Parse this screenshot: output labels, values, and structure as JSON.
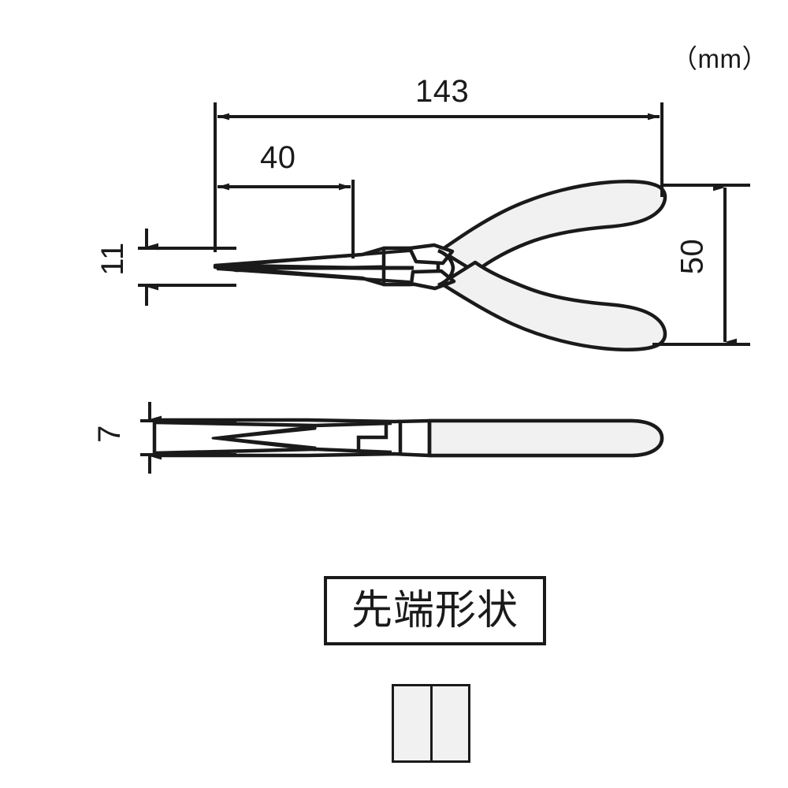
{
  "title": "Long nose pliers dimensional drawing",
  "unit": {
    "label": "（mm）",
    "text": "(mm)"
  },
  "dimensions": {
    "overall_length": {
      "id": "143",
      "value": "143",
      "unit": "mm",
      "orientation": "horizontal"
    },
    "jaw_length": {
      "id": "40",
      "value": "40",
      "unit": "mm",
      "orientation": "horizontal"
    },
    "jaw_width": {
      "id": "11",
      "value": "11",
      "unit": "mm",
      "orientation": "vertical"
    },
    "handle_spread": {
      "id": "50",
      "value": "50",
      "unit": "mm",
      "orientation": "vertical"
    },
    "side_thickness": {
      "id": "7",
      "value": "7",
      "unit": "mm",
      "orientation": "vertical"
    }
  },
  "tip_shape": {
    "box_label": "先端形状",
    "swatches": [
      {
        "name": "tip-swatch-left"
      },
      {
        "name": "tip-swatch-right"
      }
    ]
  },
  "colors": {
    "line": "#1a1a1a",
    "grip_fill": "#f1f1f1",
    "metal_fill": "#ffffff",
    "background": "#ffffff",
    "swatch_fill": "#f1f1f1"
  },
  "views": [
    {
      "name": "front-view",
      "description": "Pliers seen face-on with open handles"
    },
    {
      "name": "side-view",
      "description": "Pliers seen edge-on, flat profile"
    }
  ]
}
